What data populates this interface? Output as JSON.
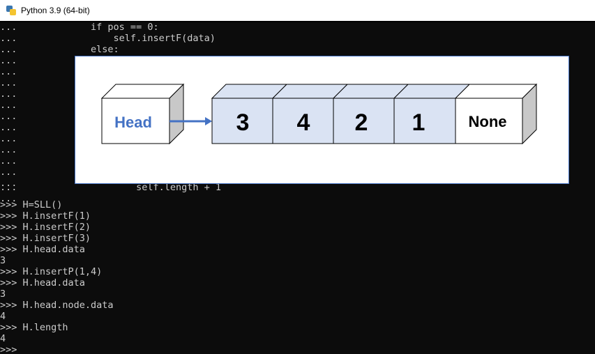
{
  "window": {
    "title": "Python 3.9 (64-bit)"
  },
  "console": {
    "lines": [
      "...             if pos == 0:",
      "...                 self.insertF(data)",
      "...             else:",
      "...",
      "...",
      "...",
      "...",
      "...",
      "...",
      "...",
      "...",
      "...",
      "...",
      "...",
      "...",
      "...                     self.length + 1",
      "...",
      ">>> H=SLL()",
      ">>> H.insertF(1)",
      ">>> H.insertF(2)",
      ">>> H.insertF(3)",
      ">>> H.head.data",
      "3",
      ">>> H.insertP(1,4)",
      ">>> H.head.data",
      "3",
      ">>> H.head.node.data",
      "4",
      ">>> H.length",
      "4",
      ">>>"
    ]
  },
  "diagram": {
    "head_label": "Head",
    "nodes": [
      "3",
      "4",
      "2",
      "1"
    ],
    "tail_label": "None",
    "colors": {
      "head_text": "#4472c4",
      "arrow": "#4472c4",
      "node_fill": "#dae3f3",
      "side": "#c8c8c8"
    }
  }
}
